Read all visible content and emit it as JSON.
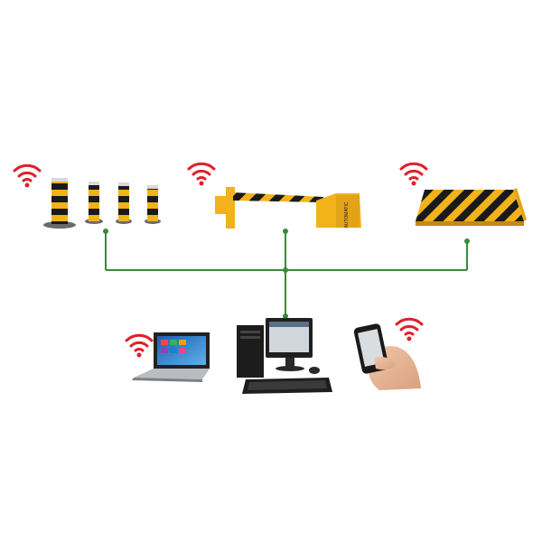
{
  "colors": {
    "connector_line": "#3a8a3a",
    "wifi_signal": "#e0202a",
    "barrier_yellow": "#f2b21a",
    "hazard_black": "#1a1a1a",
    "background": "#ffffff"
  },
  "icons": {
    "wifi": "wifi-icon"
  },
  "network": {
    "devices_top": [
      "bollards",
      "boom-barrier",
      "road-blocker"
    ],
    "devices_bottom": [
      "laptop",
      "desktop-computer",
      "smartphone"
    ],
    "barrier_label": "AUTOMATIC"
  }
}
